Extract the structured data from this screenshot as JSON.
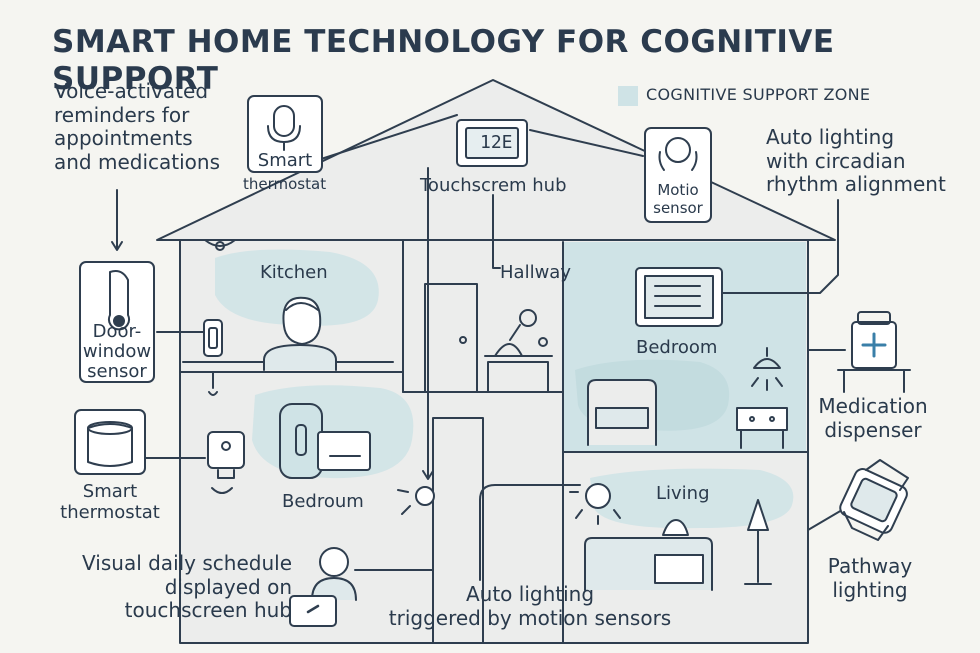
{
  "title": "SMART HOME TECHNOLOGY FOR COGNITIVE SUPPORT",
  "legend": {
    "label": "COGNITIVE SUPPORT ZONE",
    "color": "#cfe3e6"
  },
  "colors": {
    "line": "#2f3e4f",
    "zone": "#cfe3e6",
    "house_fill": "#ecedec",
    "device_fill": "#ffffff"
  },
  "callouts": {
    "voice": "Voice-activated\nreminders for\nappointments\nand medications",
    "auto_lighting_circadian": "Auto lighting\nwith circadian\nrhythm alignment",
    "medication": "Medication\ndispenser",
    "pathway": "Pathway\nlighting",
    "auto_lighting_motion": "Auto lighting\ntriggered by motion sensors",
    "visual_schedule": "Visual daily schedule\ndisplayed on\ntouchscreen hub"
  },
  "devices": {
    "smart_thermostat_top_1": "Smart",
    "smart_thermostat_top_2": "thermostat",
    "touchscreen_hub": "Touchscrem hub",
    "hub_display": "12E",
    "motion_sensor": "Motio\nsensor",
    "door_window_sensor": "Door-\nwindow\nsensor",
    "smart_thermostat_left": "Smart\nthermostat"
  },
  "rooms": {
    "kitchen": "Kitchen",
    "hallway": "Hallway",
    "bedroom_right": "Bedroom",
    "bedroom_left": "Bedroum",
    "living": "Living"
  },
  "icons": [
    "microphone-icon",
    "touchscreen-icon",
    "motion-sensor-icon",
    "thermometer-icon",
    "door-sensor-icon",
    "smart-speaker-icon",
    "smart-plug-icon",
    "smartwatch-icon",
    "medication-bottle-icon",
    "person-icon",
    "tablet-icon",
    "ceiling-lamp-icon",
    "floor-lamp-icon",
    "sofa-icon",
    "sun-icon"
  ]
}
